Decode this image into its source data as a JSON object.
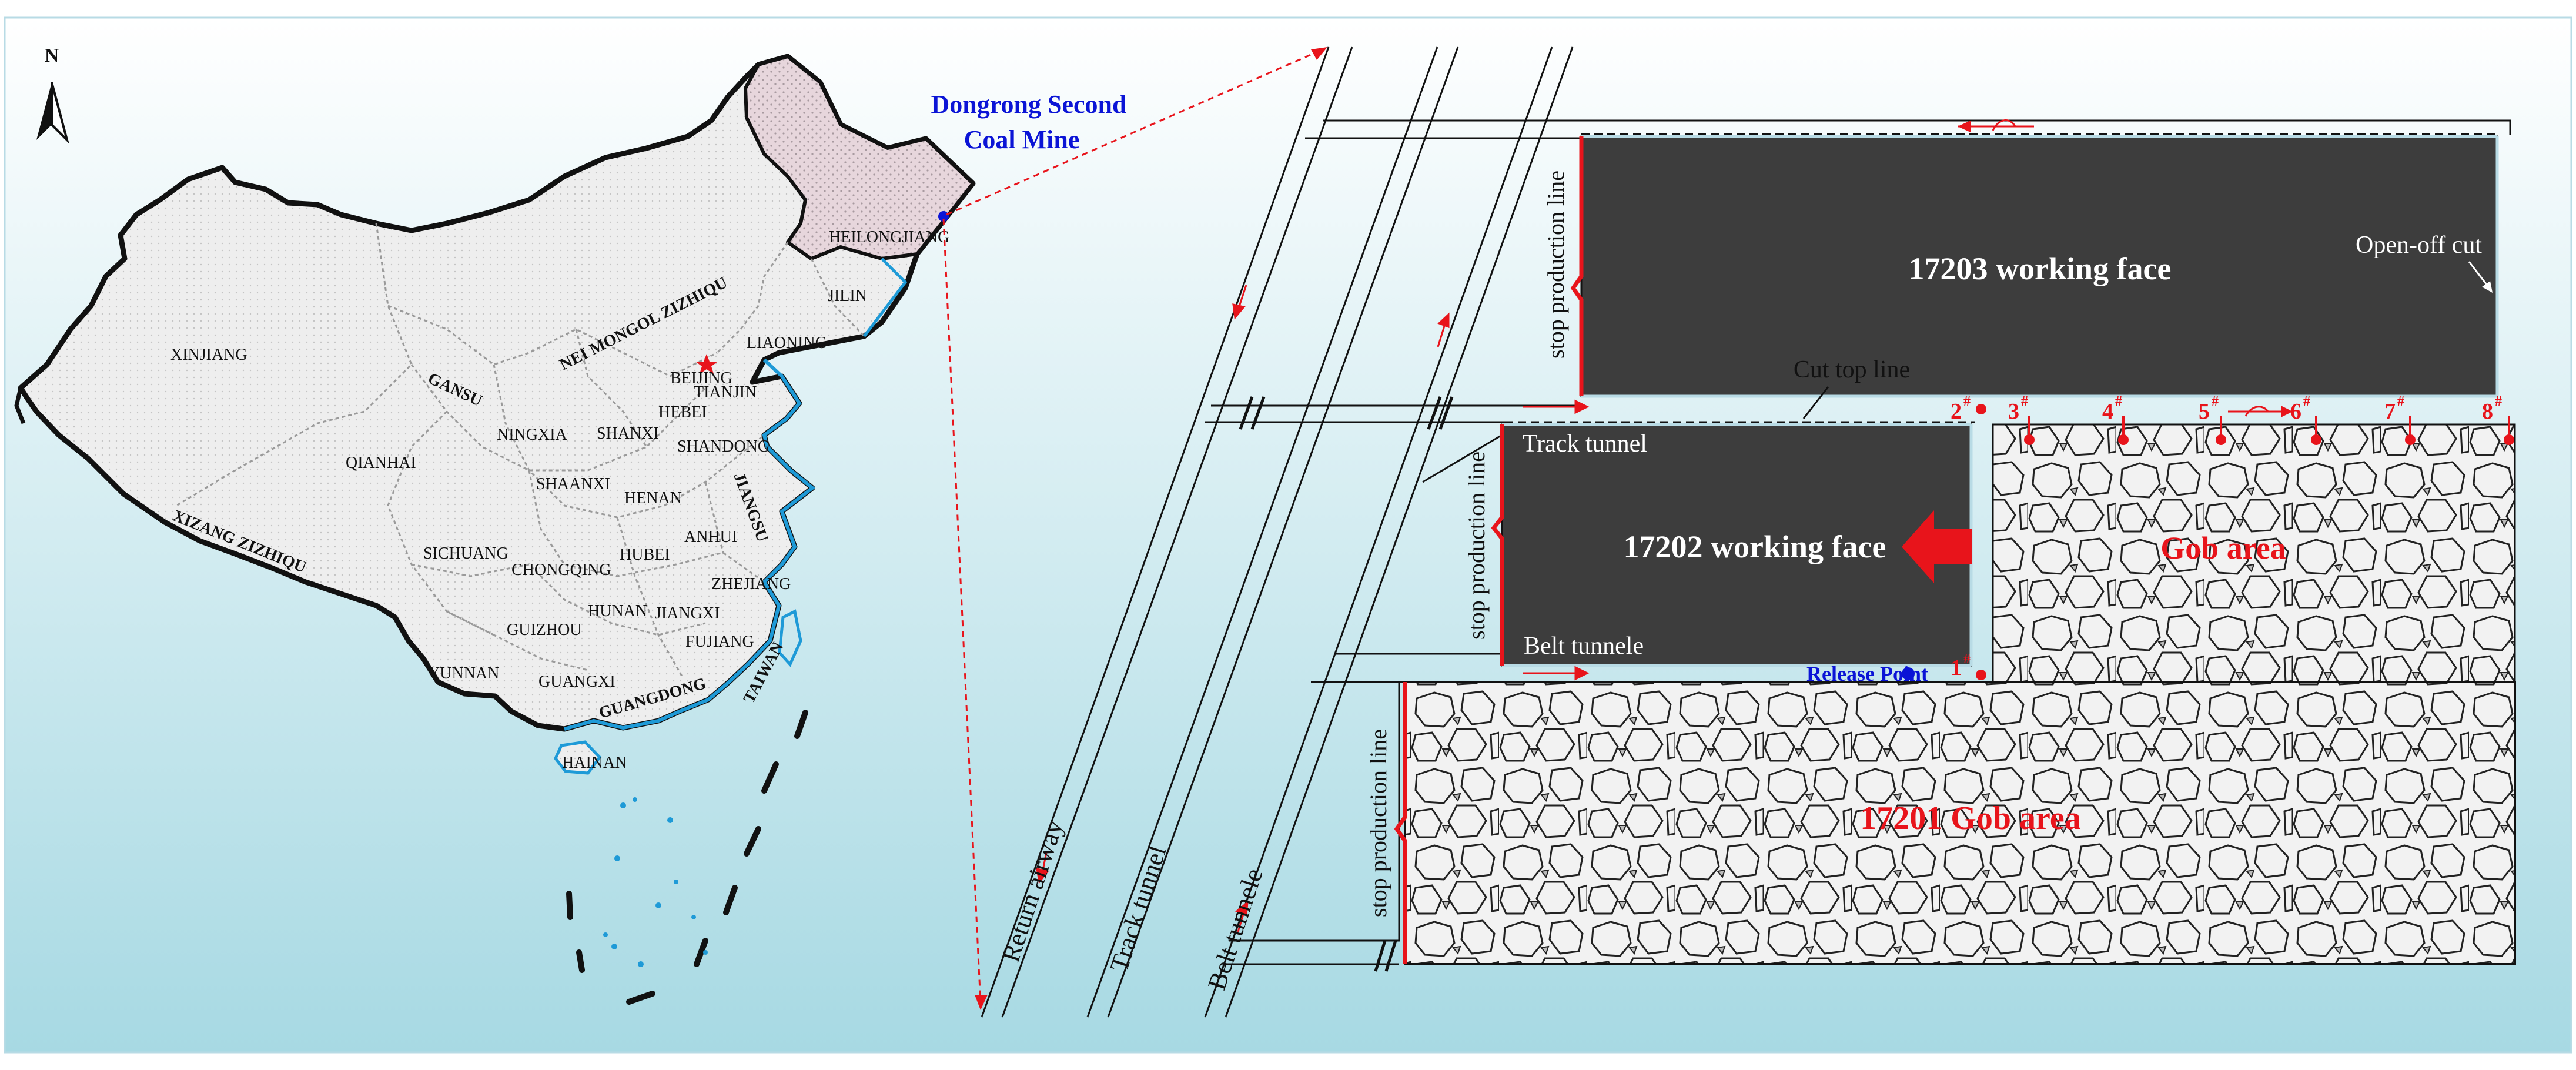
{
  "colors": {
    "background_top": "#ffffff",
    "background_bottom": "#a7d9e3",
    "province_fill": "#eeeeee",
    "heilongjiang_fill": "#e7d6dc",
    "working_face_fill": "#3d3d3d",
    "gob_fill": "#f2f2f2",
    "accent_red": "#e8141b",
    "accent_blue": "#0b14d6",
    "river_blue": "#1e9ad7"
  },
  "map": {
    "north_label": "N",
    "mine_name_line1": "Dongrong Second",
    "mine_name_line2": "Coal Mine",
    "provinces": [
      {
        "label": "HEILONGJIANG"
      },
      {
        "label": "JILIN"
      },
      {
        "label": "LIAONING"
      },
      {
        "label": "NEI MONGOL ZIZHIQU"
      },
      {
        "label": "XINJIANG"
      },
      {
        "label": "GANSU"
      },
      {
        "label": "BEIJING"
      },
      {
        "label": "TIANJIN"
      },
      {
        "label": "HEBEI"
      },
      {
        "label": "NINGXIA"
      },
      {
        "label": "SHANXI"
      },
      {
        "label": "SHANDONG"
      },
      {
        "label": "QIANHAI"
      },
      {
        "label": "SHAANXI"
      },
      {
        "label": "HENAN"
      },
      {
        "label": "JIANGSU"
      },
      {
        "label": "XIZANG ZIZHIQU"
      },
      {
        "label": "SICHUANG"
      },
      {
        "label": "ANHUI"
      },
      {
        "label": "CHONGQING"
      },
      {
        "label": "HUBEI"
      },
      {
        "label": "ZHEJIANG"
      },
      {
        "label": "HUNAN"
      },
      {
        "label": "JIANGXI"
      },
      {
        "label": "GUIZHOU"
      },
      {
        "label": "FUJIANG"
      },
      {
        "label": "YUNNAN"
      },
      {
        "label": "GUANGXI"
      },
      {
        "label": "GUANGDONG"
      },
      {
        "label": "TAIWAN"
      },
      {
        "label": "HAINAN"
      }
    ]
  },
  "layout": {
    "face_17203": "17203 working face",
    "open_off_cut": "Open-off cut",
    "cut_top_line": "Cut top line",
    "stop_line_upper": "stop production line",
    "stop_line_middle": "stop production line",
    "stop_line_lower": "stop production line",
    "track_tunnel_face": "Track tunnel",
    "face_17202": "17202 working face",
    "belt_tunnel_face": "Belt tunnele",
    "release_point": "Release Point",
    "gob_area": "Gob area",
    "gob_17201": "17201 Gob area",
    "return_airway": "Return airway",
    "track_tunnel_main": "Track tunnel",
    "belt_tunnel_main": "Belt tunnele",
    "points": [
      "1",
      "2",
      "3",
      "4",
      "5",
      "6",
      "7",
      "8"
    ],
    "point_mark": "#"
  }
}
